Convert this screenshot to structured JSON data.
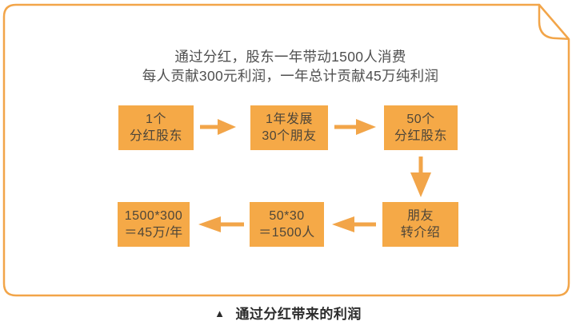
{
  "title": {
    "line1": "通过分红，股东一年带动1500人消费",
    "line2": "每人贡献300元利润，一年总计贡献45万纯利润"
  },
  "flow": {
    "boxes": [
      {
        "line1": "1个",
        "line2": "分红股东"
      },
      {
        "line1": "1年发展",
        "line2": "30个朋友"
      },
      {
        "line1": "50个",
        "line2": "分红股东"
      },
      {
        "line1": "朋友",
        "line2": "转介绍"
      },
      {
        "line1": "50*30",
        "line2": "＝1500人"
      },
      {
        "line1": "1500*300",
        "line2": "＝45万/年"
      }
    ],
    "arrows": [
      {
        "direction": "right"
      },
      {
        "direction": "right"
      },
      {
        "direction": "down"
      },
      {
        "direction": "left"
      },
      {
        "direction": "left"
      }
    ]
  },
  "caption": {
    "marker": "▲",
    "text": "通过分红带来的利润"
  },
  "colors": {
    "accent": "#F2A549",
    "box_fill": "#F5A947",
    "box_text": "#4E4639",
    "title_text": "#4F4F4F",
    "caption_text": "#2B2B2B",
    "background": "#FFFFFF"
  }
}
